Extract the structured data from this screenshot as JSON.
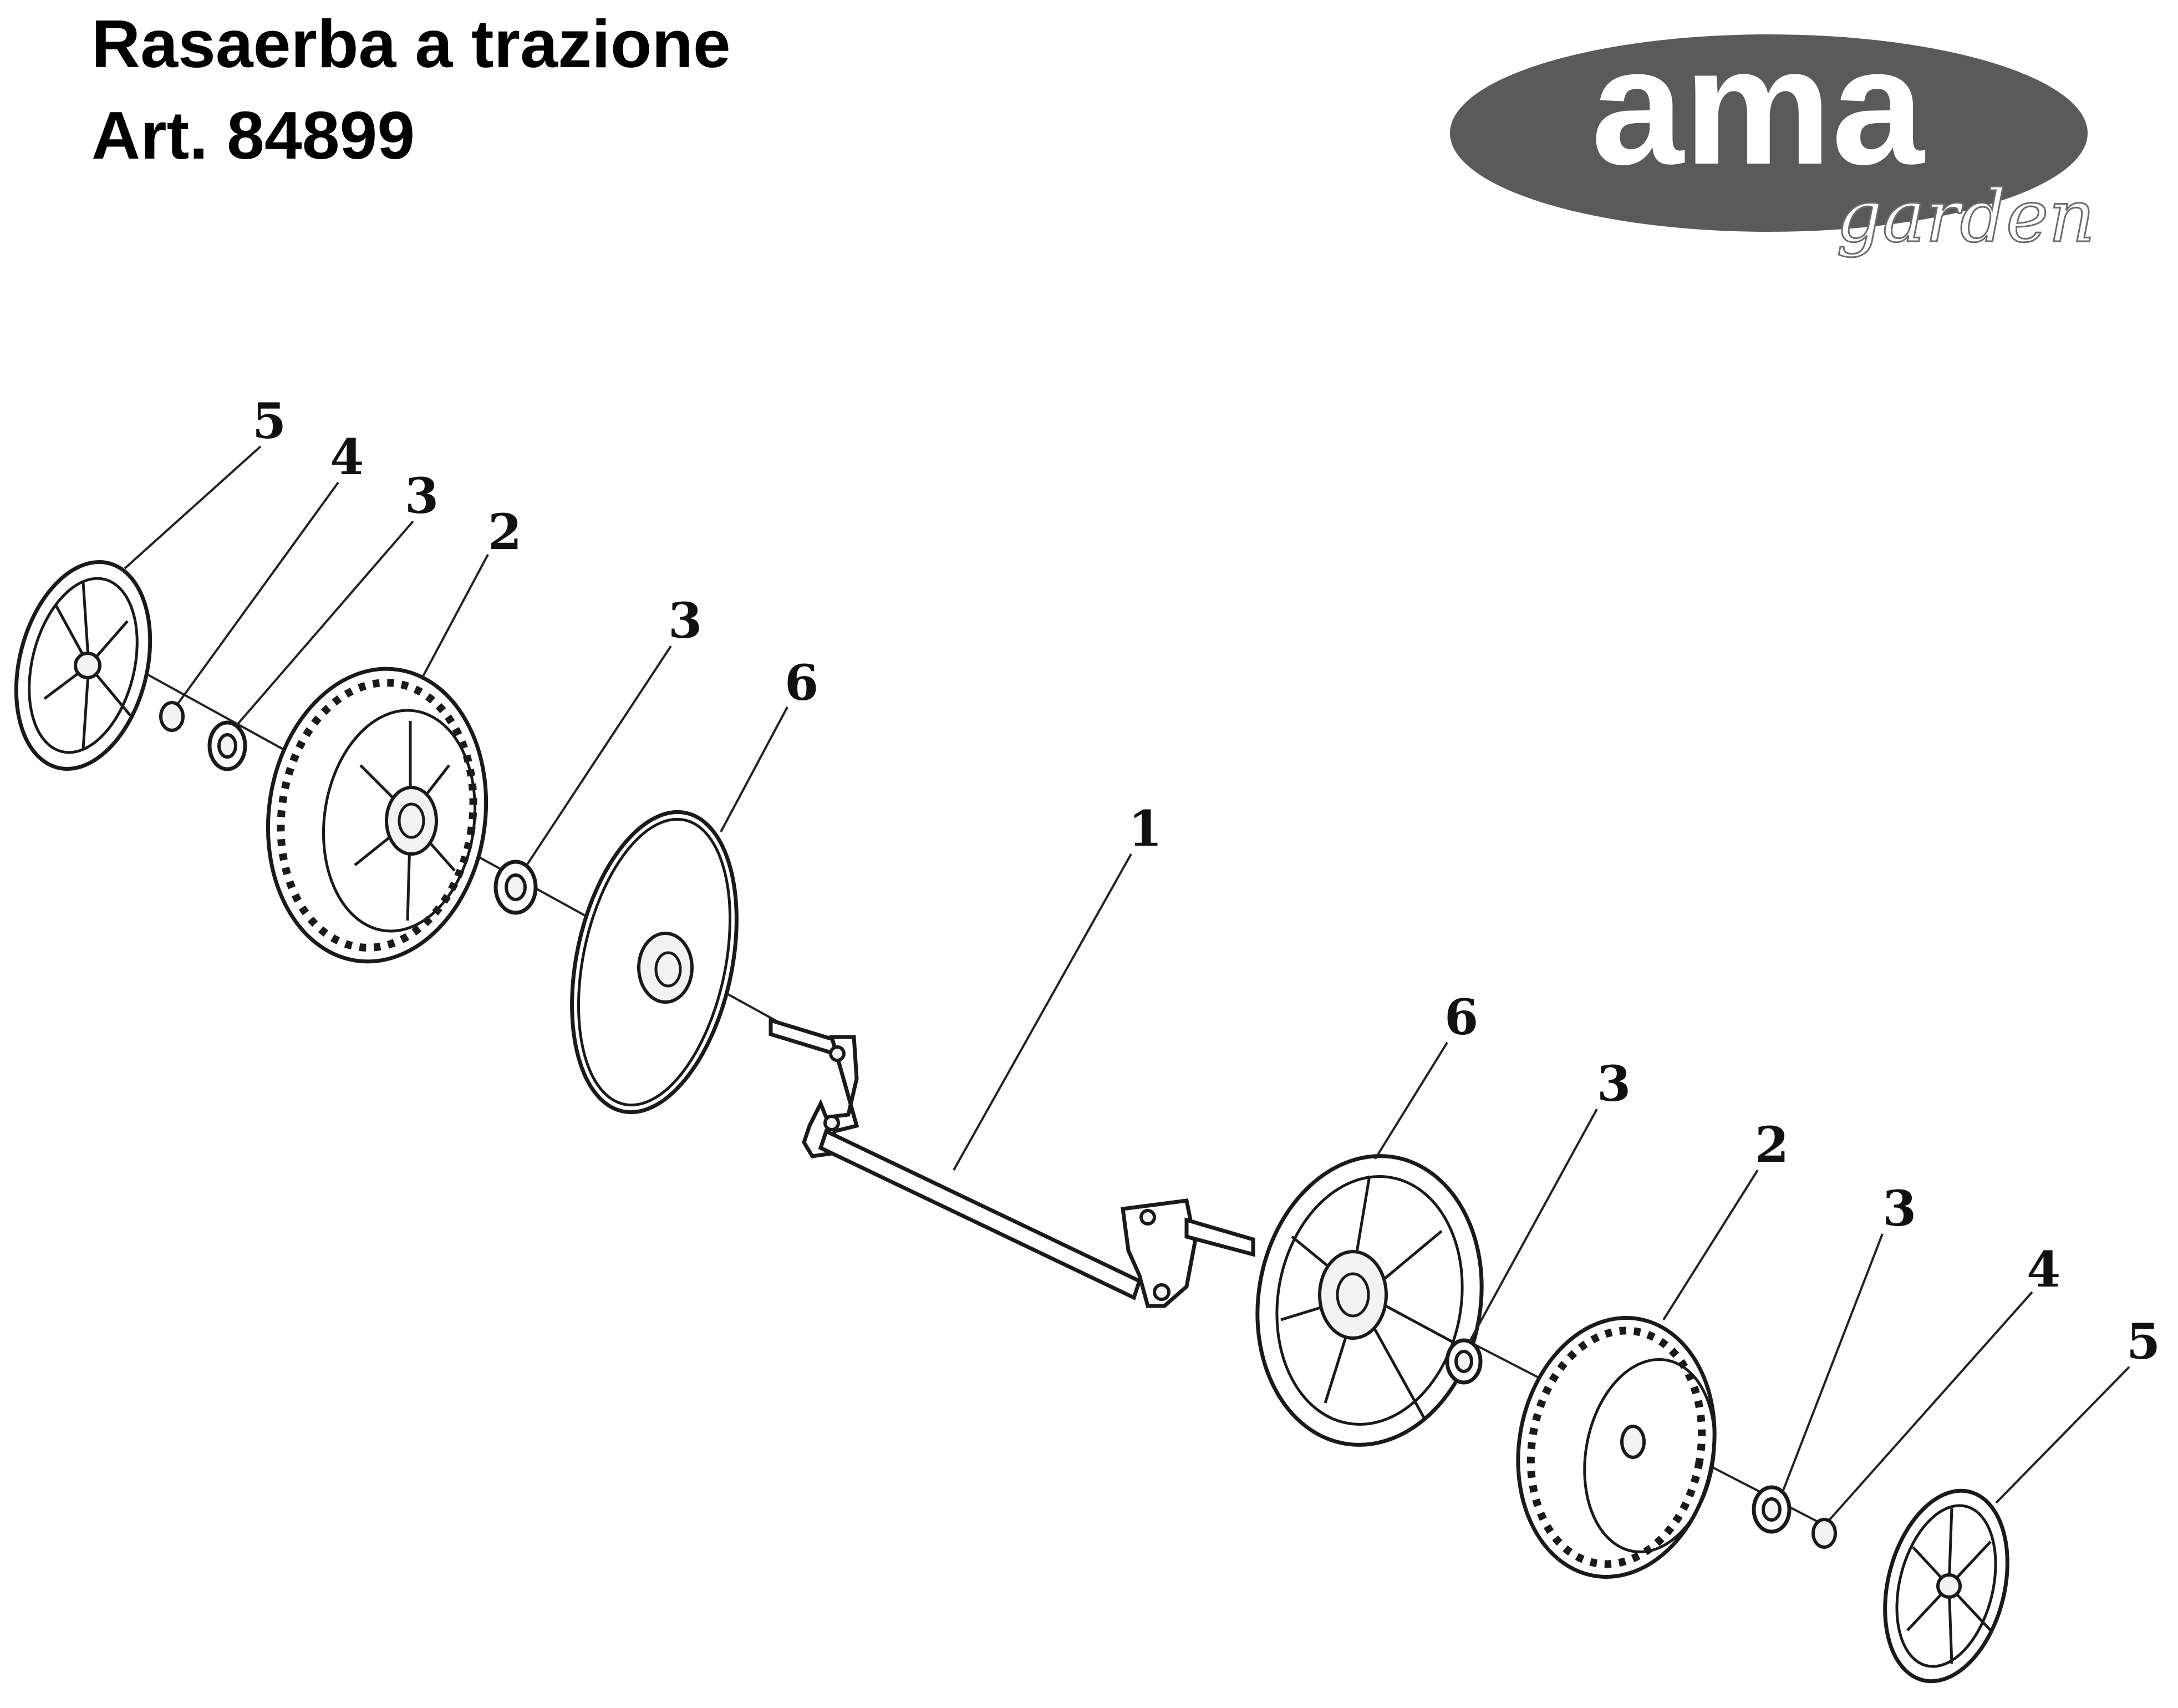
{
  "header": {
    "title": "Rasaerba a trazione",
    "article": "Art. 84899"
  },
  "logo": {
    "main_text": "ama",
    "sub_text": "garden",
    "oval_color": "#5a5a5a",
    "text_color": "#ffffff"
  },
  "callouts": [
    "1",
    "2",
    "3",
    "4",
    "5",
    "6"
  ]
}
